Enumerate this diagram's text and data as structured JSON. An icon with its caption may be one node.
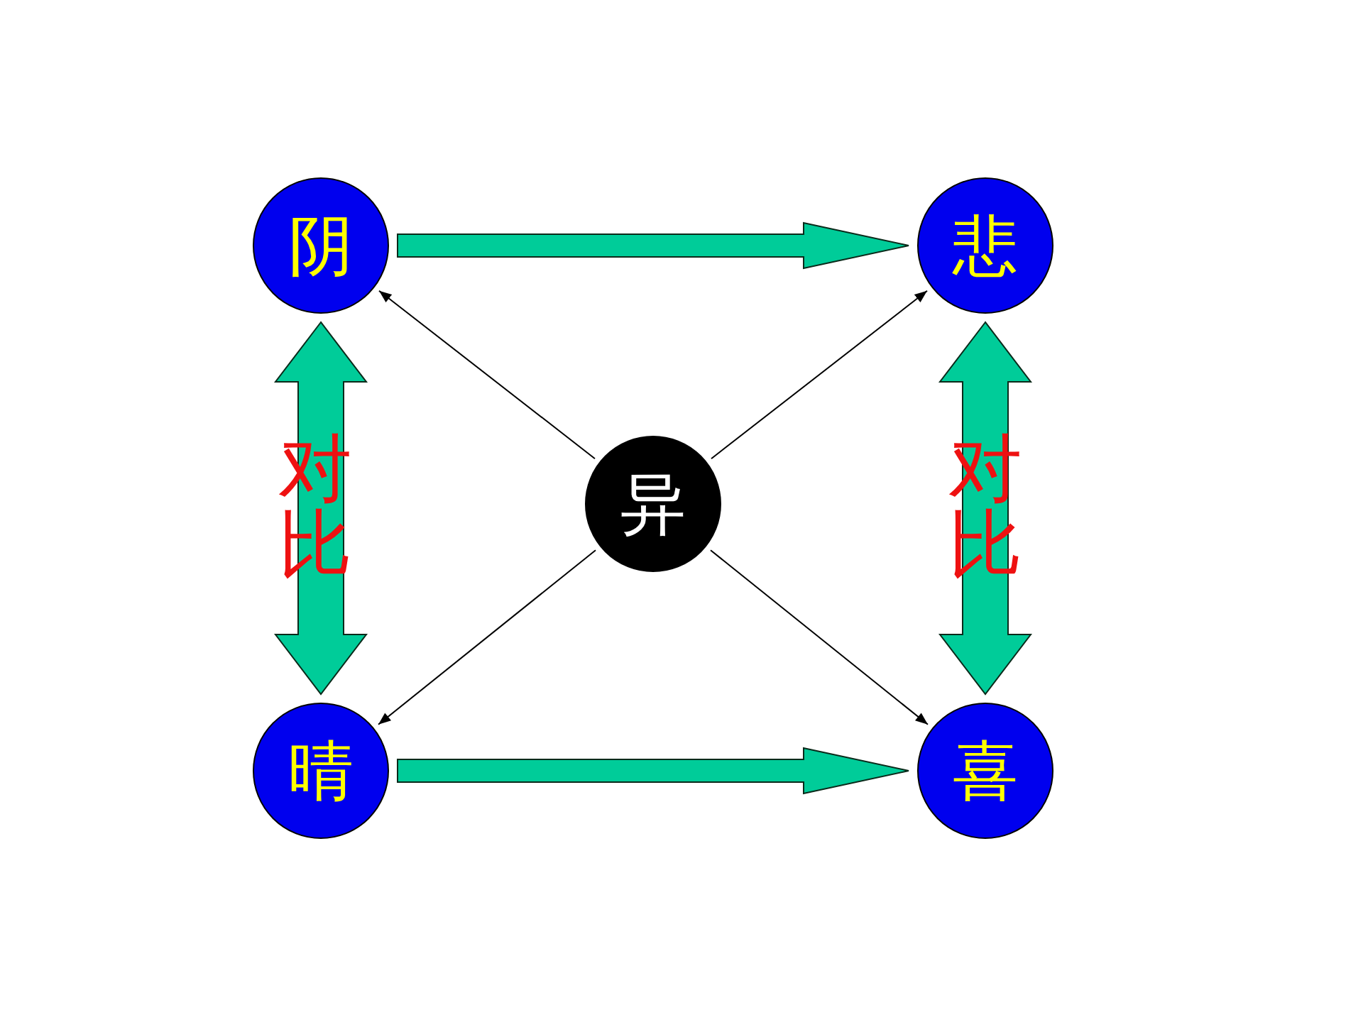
{
  "diagram": {
    "nodes": [
      {
        "text": [
          "阴"
        ]
      },
      {
        "text": [
          "悲"
        ]
      },
      {
        "text": [
          "异"
        ]
      },
      {
        "text": [
          "晴"
        ]
      },
      {
        "text": [
          "喜"
        ]
      }
    ],
    "edges": [
      {
        "from": 0,
        "to": 1,
        "arrow": "to",
        "style": "thick",
        "color": "#00cc99"
      },
      {
        "from": 3,
        "to": 4,
        "arrow": "to",
        "style": "thick",
        "color": "#00cc99"
      },
      {
        "from": 0,
        "to": 3,
        "arrow": "both",
        "style": "thick",
        "color": "#00cc99",
        "label": "对比"
      },
      {
        "from": 1,
        "to": 4,
        "arrow": "both",
        "style": "thick",
        "color": "#00cc99",
        "label": "对比"
      },
      {
        "from": 2,
        "to": 0,
        "arrow": "to"
      },
      {
        "from": 2,
        "to": 1,
        "arrow": "to"
      },
      {
        "from": 2,
        "to": 3,
        "arrow": "to"
      },
      {
        "from": 2,
        "to": 4,
        "arrow": "to"
      }
    ]
  }
}
